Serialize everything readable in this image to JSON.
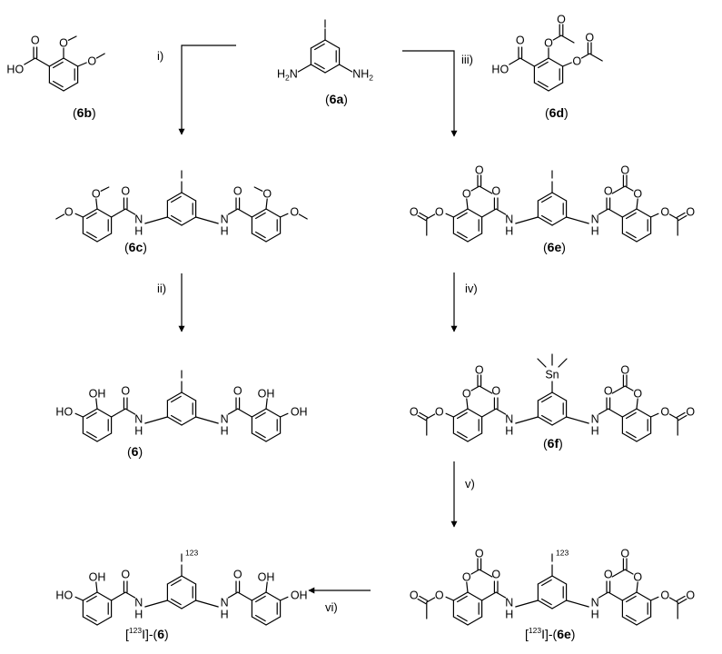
{
  "atoms": {
    "I": "I",
    "HO": "HO",
    "OH": "OH",
    "O": "O",
    "H": "H",
    "N": "N",
    "H2": "H",
    "sub2": "2",
    "Sn": "Sn"
  },
  "iso": "123",
  "steps": {
    "i": "i)",
    "ii": "ii)",
    "iii": "iii)",
    "iv": "iv)",
    "v": "v)",
    "vi": "vi)"
  },
  "labels": {
    "c6a": "6a",
    "c6b": "6b",
    "c6c": "6c",
    "c6d": "6d",
    "c6e": "6e",
    "c6f": "6f",
    "c6": "6",
    "iso_prefix": "I]-(",
    "lbr": "(",
    "rbr": ")",
    "lsq": "["
  }
}
